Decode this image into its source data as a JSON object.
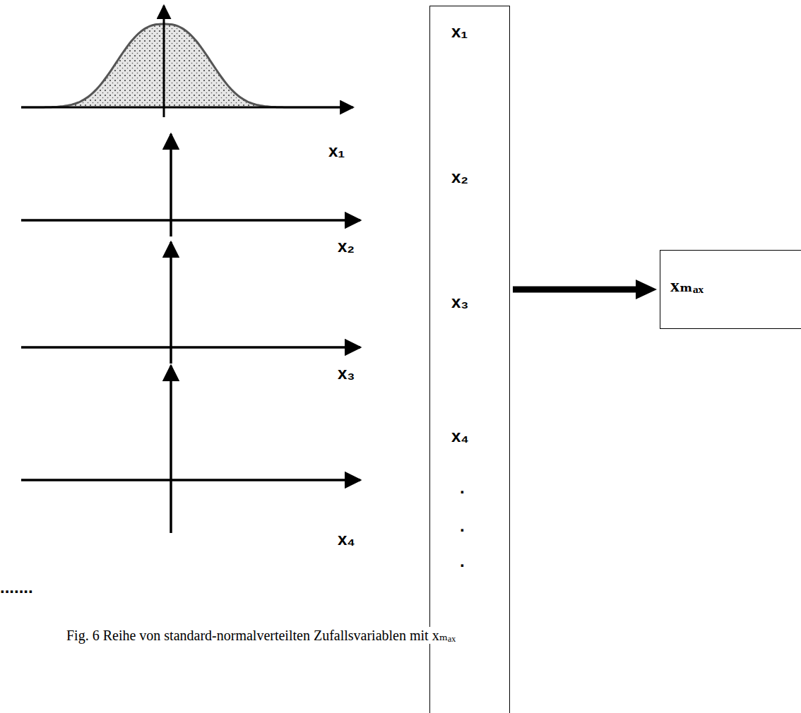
{
  "diagram": {
    "caption": "Fig. 6 Reihe von standard-normalverteilten Zufallsvariablen mit xₘₐₓ",
    "nodes": [
      {
        "text": [
          "x₁",
          "x₂",
          "x₃",
          "x₄",
          ".",
          ".",
          "."
        ]
      },
      {
        "text": [
          "xₘₐₓ"
        ]
      }
    ],
    "edges": [
      {
        "from": 0,
        "to": 1,
        "arrow": "to"
      }
    ],
    "labels": [
      "x₁",
      "x₂",
      "x₃",
      "x₄",
      "......."
    ]
  }
}
